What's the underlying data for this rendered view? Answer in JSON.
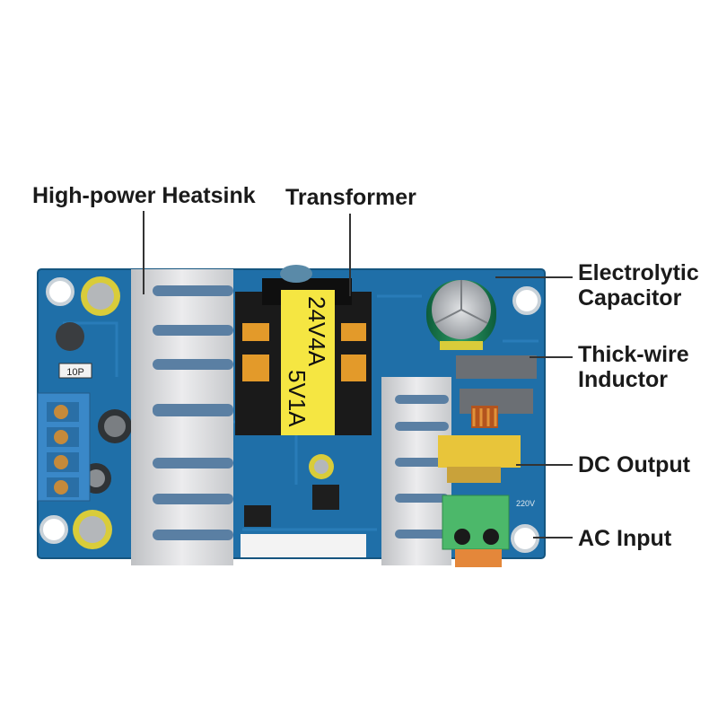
{
  "labels": {
    "heatsink": "High-power Heatsink",
    "transformer": "Transformer",
    "capacitor_line1": "Electrolytic",
    "capacitor_line2": "Capacitor",
    "inductor_line1": "Thick-wire",
    "inductor_line2": "Inductor",
    "dc_output": "DC Output",
    "ac_input": "AC Input"
  },
  "transformer_marking": {
    "line1": "24V4A",
    "line2": "5V1A"
  },
  "silkscreen": {
    "resistor": "10P",
    "ac_voltage": "220V"
  },
  "colors": {
    "pcb": "#1f6fa8",
    "heatsink": "#d9dadc",
    "transformer_label": "#f5e642",
    "terminal_blue": "#3a88c8",
    "terminal_green": "#4cb86a",
    "fuse_yellow": "#e8c53a"
  }
}
